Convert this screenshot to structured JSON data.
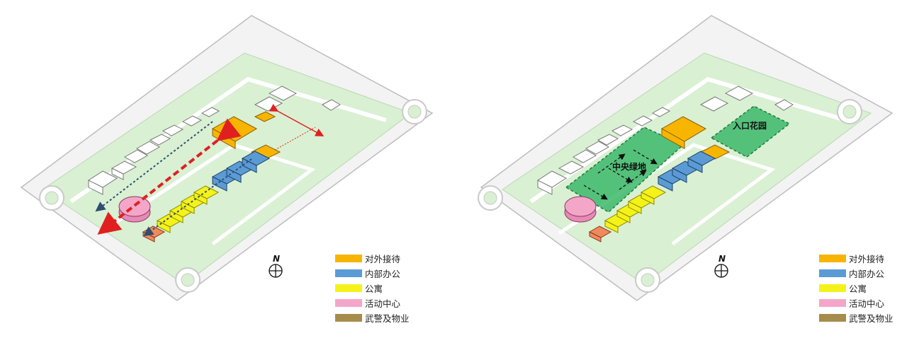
{
  "north_label": "N",
  "legend": [
    {
      "label": "对外接待",
      "color": "#f7b500"
    },
    {
      "label": "内部办公",
      "color": "#5b9bd5"
    },
    {
      "label": "公寓",
      "color": "#f5f21a"
    },
    {
      "label": "活动中心",
      "color": "#f4a6c9"
    },
    {
      "label": "武警及物业",
      "color": "#a68c4a"
    }
  ],
  "zones": {
    "central_green": "中央绿地",
    "entrance_garden": "入口花园"
  },
  "colors": {
    "site_green": "#d9f0d3",
    "green_zone": "#3cb96b",
    "axis_red": "#e02020",
    "axis_blue": "#2f4f6f"
  }
}
